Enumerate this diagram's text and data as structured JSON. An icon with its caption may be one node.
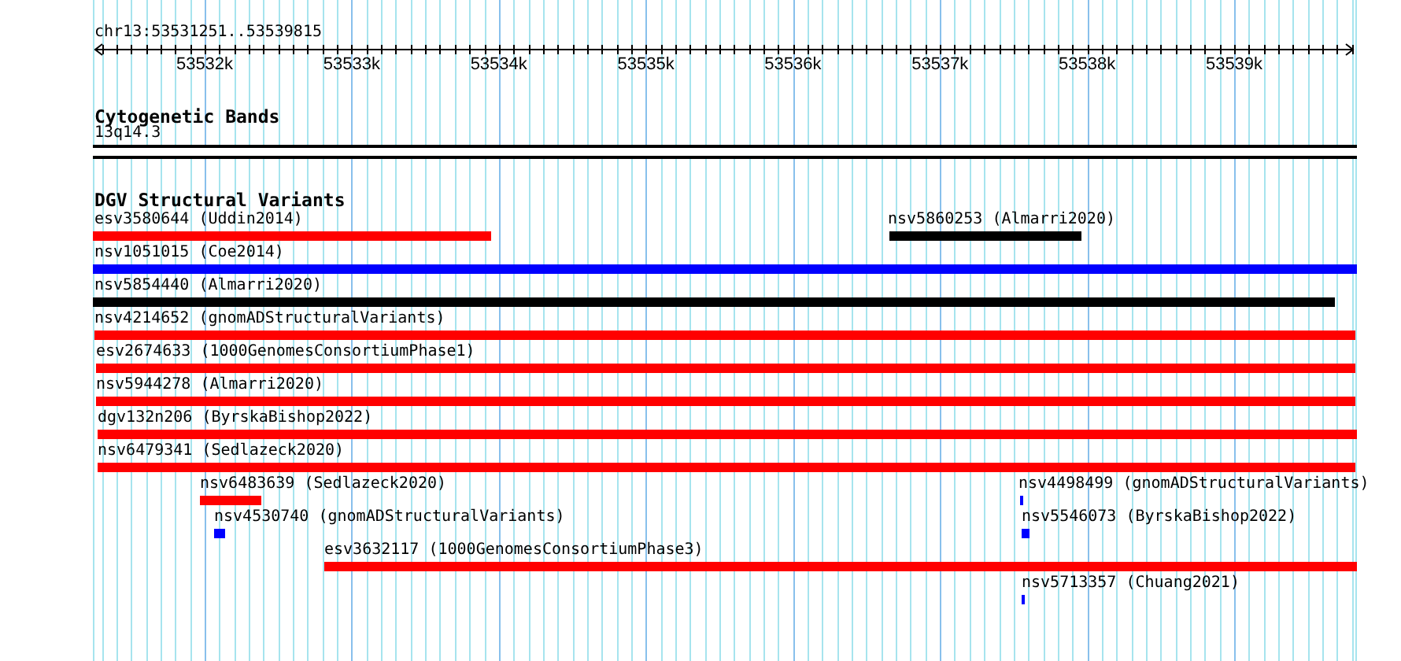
{
  "diagram": {
    "nodes": [
      {
        "text": [],
        "shape": "band",
        "beside": [
          "13q14.3"
        ]
      },
      {
        "text": [],
        "shape": "bar",
        "beside": [
          "esv3580644 (Uddin2014)"
        ]
      },
      {
        "text": [],
        "shape": "bar",
        "beside": [
          "nsv5860253 (Almarri2020)"
        ]
      },
      {
        "text": [],
        "shape": "bar",
        "beside": [
          "nsv1051015 (Coe2014)"
        ]
      },
      {
        "text": [],
        "shape": "bar",
        "beside": [
          "nsv5854440 (Almarri2020)"
        ]
      },
      {
        "text": [],
        "shape": "bar",
        "beside": [
          "nsv4214652 (gnomADStructuralVariants)"
        ]
      },
      {
        "text": [],
        "shape": "bar",
        "beside": [
          "esv2674633 (1000GenomesConsortiumPhase1)"
        ]
      },
      {
        "text": [],
        "shape": "bar",
        "beside": [
          "nsv5944278 (Almarri2020)"
        ]
      },
      {
        "text": [],
        "shape": "bar",
        "beside": [
          "dgv132n206 (ByrskaBishop2022)"
        ]
      },
      {
        "text": [],
        "shape": "bar",
        "beside": [
          "nsv6479341 (Sedlazeck2020)"
        ]
      },
      {
        "text": [],
        "shape": "bar",
        "beside": [
          "nsv6483639 (Sedlazeck2020)"
        ]
      },
      {
        "text": [],
        "shape": "bar",
        "beside": [
          "nsv4498499 (gnomADStructuralVariants)"
        ]
      },
      {
        "text": [],
        "shape": "bar",
        "beside": [
          "nsv4530740 (gnomADStructuralVariants)"
        ]
      },
      {
        "text": [],
        "shape": "bar",
        "beside": [
          "nsv5546073 (ByrskaBishop2022)"
        ]
      },
      {
        "text": [],
        "shape": "bar",
        "beside": [
          "esv3632117 (1000GenomesConsortiumPhase3)"
        ]
      },
      {
        "text": [],
        "shape": "bar",
        "beside": [
          "nsv5713357 (Chuang2021)"
        ]
      }
    ],
    "labels": [
      "chr13:53531251..53539815",
      "53532k",
      "53533k",
      "53534k",
      "53535k",
      "53536k",
      "53537k",
      "53538k",
      "53539k",
      "Cytogenetic Bands",
      "DGV Structural Variants"
    ]
  }
}
